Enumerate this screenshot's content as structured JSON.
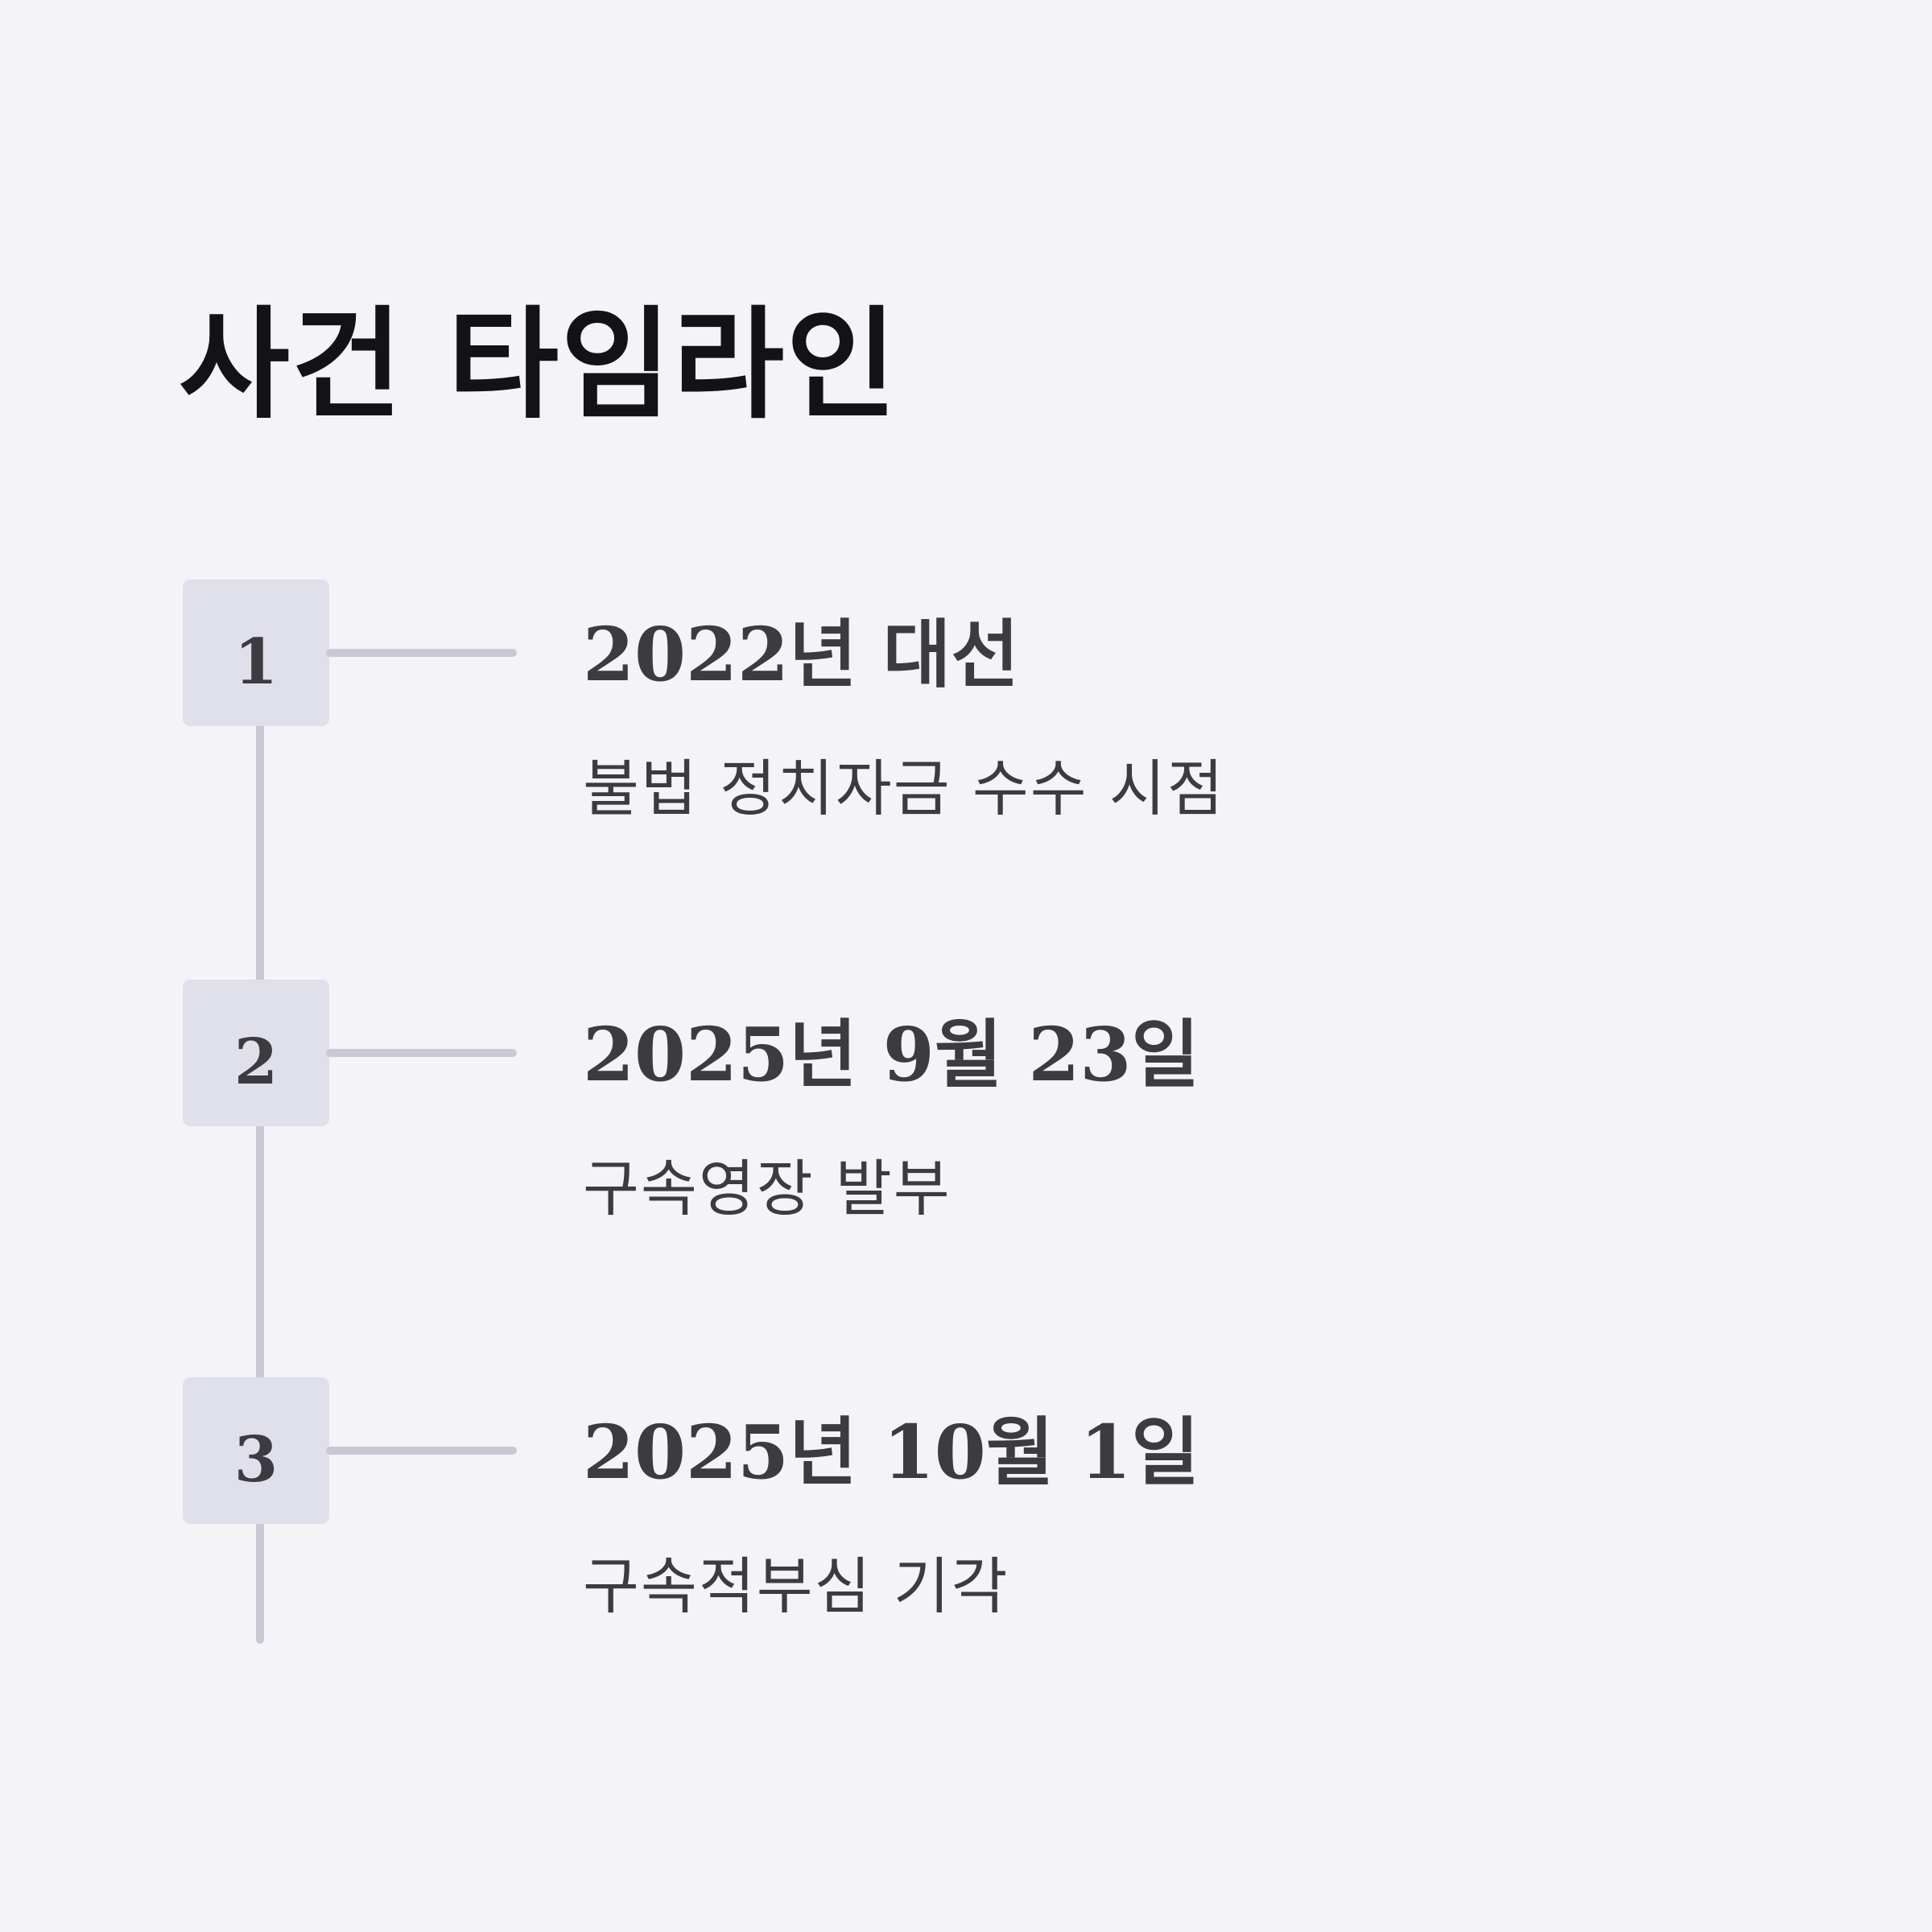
{
  "title": "사건 타임라인",
  "colors": {
    "background": "#f3f3f8",
    "title": "#131316",
    "text": "#3b3b40",
    "marker_bg": "#e0e0ea",
    "line": "#c9c9d3"
  },
  "events": [
    {
      "number": "1",
      "date": "2022년 대선",
      "description": "불법 정치자금 수수 시점"
    },
    {
      "number": "2",
      "date": "2025년 9월 23일",
      "description": "구속영장 발부"
    },
    {
      "number": "3",
      "date": "2025년 10월 1일",
      "description": "구속적부심 기각"
    }
  ]
}
